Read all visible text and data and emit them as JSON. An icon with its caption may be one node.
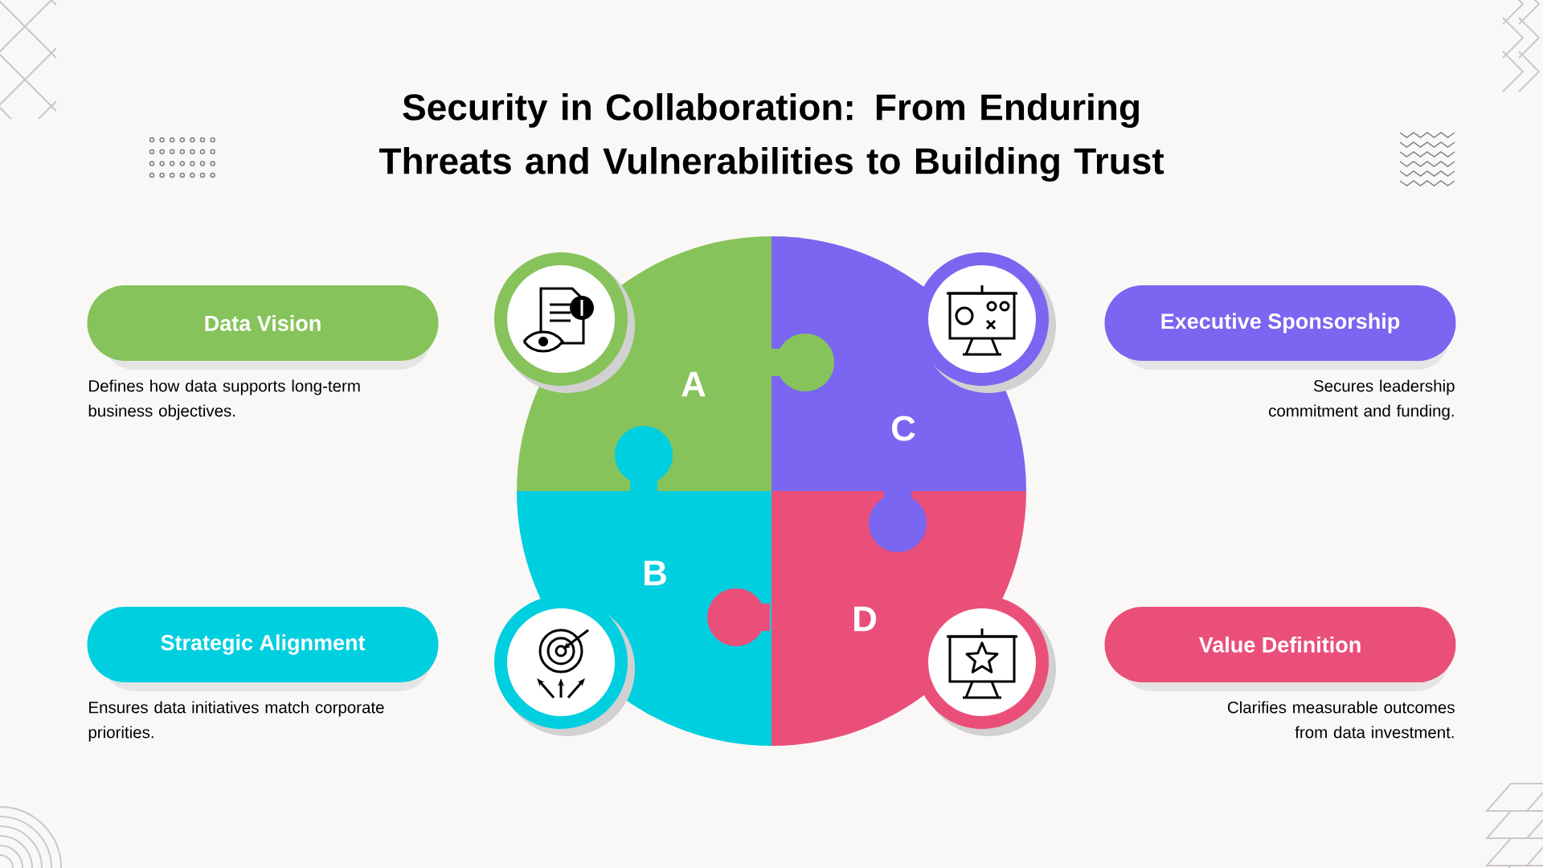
{
  "diagram": {
    "title": "Security in Collaboration: From Enduring Threats and Vulnerabilities to Building Trust",
    "nodes": [
      {
        "text": [
          "Data Vision"
        ],
        "beside": [
          "Defines how data supports long-term business objectives."
        ]
      },
      {
        "text": [
          "A"
        ]
      },
      {
        "text": [
          "C"
        ]
      },
      {
        "text": [
          "Executive Sponsorship"
        ],
        "beside": [
          "Secures leadership commitment and funding."
        ]
      },
      {
        "text": [
          "B"
        ]
      },
      {
        "text": [
          "D"
        ]
      },
      {
        "text": [
          "Strategic Alignment"
        ],
        "beside": [
          "Ensures data initiatives match corporate priorities."
        ]
      },
      {
        "text": [
          "Value Definition"
        ],
        "beside": [
          "Clarifies measurable outcomes from data investment."
        ]
      }
    ]
  }
}
